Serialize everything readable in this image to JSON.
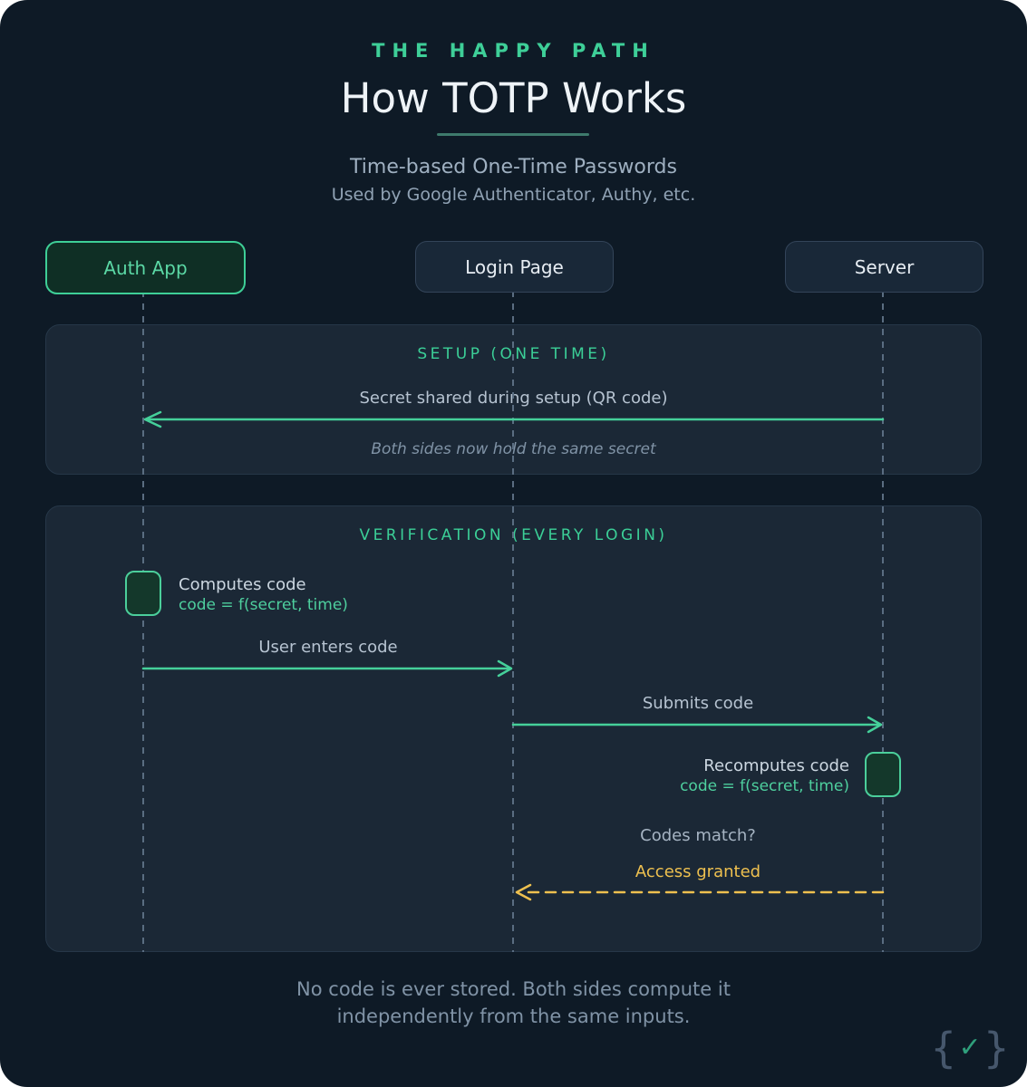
{
  "header": {
    "eyebrow": "THE HAPPY PATH",
    "title": "How TOTP Works",
    "subtitle": "Time-based One-Time Passwords",
    "subtitle2": "Used by Google Authenticator, Authy, etc."
  },
  "actors": [
    {
      "label": "Auth App"
    },
    {
      "label": "Login Page"
    },
    {
      "label": "Server"
    }
  ],
  "setup": {
    "title": "SETUP (ONE TIME)",
    "message": {
      "label": "Secret shared during setup (QR code)",
      "from": "Server",
      "to": "Auth App",
      "style": "solid-green"
    },
    "note": "Both sides now hold the same secret"
  },
  "verification": {
    "title": "VERIFICATION (EVERY LOGIN)",
    "auth_activation": {
      "title": "Computes code",
      "code": "code = f(secret, time)"
    },
    "messages": {
      "user_enters": {
        "label": "User enters code",
        "from": "Auth App",
        "to": "Login Page",
        "style": "solid-green"
      },
      "submits": {
        "label": "Submits code",
        "from": "Login Page",
        "to": "Server",
        "style": "solid-green"
      },
      "access": {
        "label": "Access granted",
        "from": "Server",
        "to": "Login Page",
        "style": "dashed-amber"
      }
    },
    "server_activation": {
      "title": "Recomputes code",
      "code": "code = f(secret, time)"
    },
    "question": "Codes match?"
  },
  "footer": {
    "line1": "No code is ever stored. Both sides compute it",
    "line2": "independently from the same inputs."
  },
  "logo": {
    "open": "{",
    "check": "✓",
    "close": "}"
  },
  "colors": {
    "accent_green": "#45d09a",
    "amber": "#eec04f",
    "card_background": "#0e1a26",
    "panel_background": "#1b2836"
  }
}
